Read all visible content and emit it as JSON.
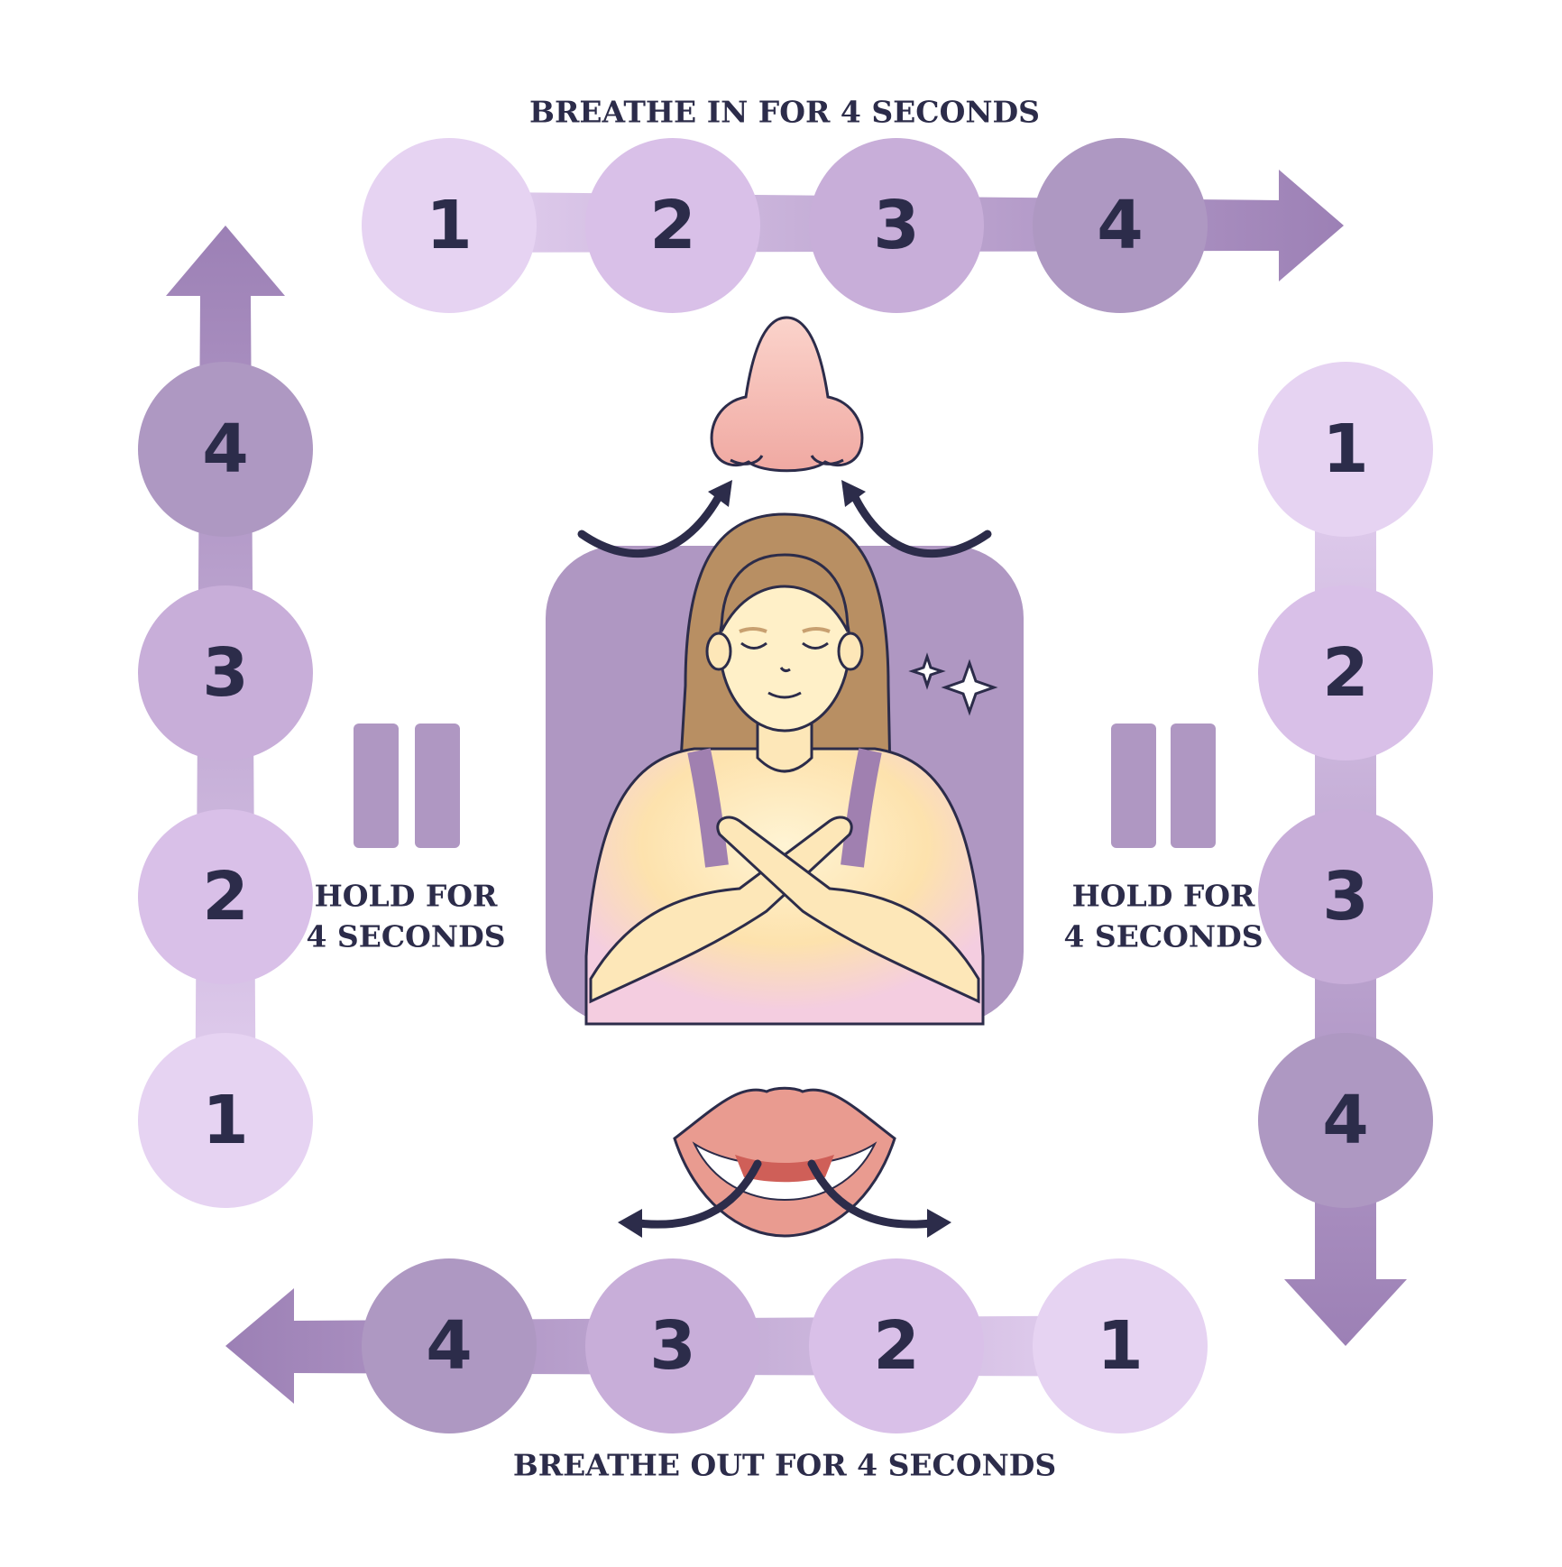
{
  "title": "",
  "steps": {
    "inhale": {
      "label": "BREATHE IN FOR 4 SECONDS",
      "counts": [
        "1",
        "2",
        "3",
        "4"
      ]
    },
    "hold_right": {
      "label_line1": "HOLD FOR",
      "label_line2": "4 SECONDS",
      "counts": [
        "1",
        "2",
        "3",
        "4"
      ]
    },
    "exhale": {
      "label": "BREATHE OUT FOR 4 SECONDS",
      "counts": [
        "1",
        "2",
        "3",
        "4"
      ]
    },
    "hold_left": {
      "label_line1": "HOLD FOR",
      "label_line2": "4 SECONDS",
      "counts": [
        "1",
        "2",
        "3",
        "4"
      ]
    }
  },
  "colors": {
    "circle_1": "#e6d3f2",
    "circle_2": "#d9c0e8",
    "circle_3": "#c8aed9",
    "circle_4": "#ae98c2",
    "arrow": "#9c80b5",
    "panel": "#af97c2",
    "text": "#2c2c4a",
    "skin": "#fde7b8",
    "hair": "#b88f63",
    "lips": "#e99b90",
    "nose": "#f4b9b0"
  },
  "icons": [
    "nose-icon",
    "mouth-icon",
    "pause-icon",
    "sparkle-icon",
    "person-illustration"
  ]
}
